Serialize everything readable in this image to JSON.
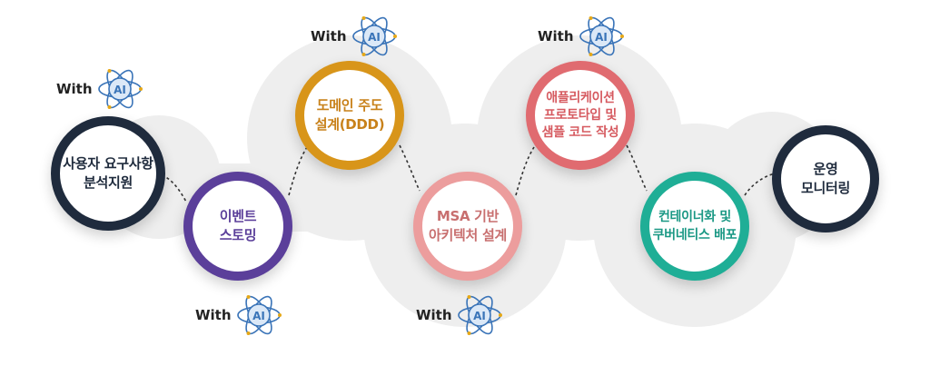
{
  "diagram": {
    "colors": {
      "dark": "#1f2b3d",
      "purple": "#5b3f9a",
      "gold": "#d8951a",
      "pink": "#ec9d9d",
      "coral": "#e06b70",
      "teal": "#1fae96",
      "blob": "#eeeeee",
      "ai_blue": "#3a74b8",
      "ai_fill": "#dbe8f7"
    },
    "steps": [
      {
        "label": "사용자 요구사항\n분석지원",
        "color": "#1f2b3d",
        "text_color": "#1f2b3d"
      },
      {
        "label": "이벤트\n스토밍",
        "color": "#5b3f9a",
        "text_color": "#5b3f9a"
      },
      {
        "label": "도메인 주도\n설계(DDD)",
        "color": "#d8951a",
        "text_color": "#c8811a"
      },
      {
        "label": "MSA 기반\n아키텍처 설계",
        "color": "#ec9d9d",
        "text_color": "#c86f6f"
      },
      {
        "label": "애플리케이션\n프로토타입 및\n샘플 코드 작성",
        "color": "#e06b70",
        "text_color": "#d65a60"
      },
      {
        "label": "컨테이너화 및\n쿠버네티스 배포",
        "color": "#1fae96",
        "text_color": "#1a9884"
      },
      {
        "label": "운영\n모니터링",
        "color": "#1f2b3d",
        "text_color": "#1f2b3d"
      }
    ],
    "badges": [
      {
        "text": "With",
        "icon": "ai-atom-icon",
        "icon_text": "AI"
      },
      {
        "text": "With",
        "icon": "ai-atom-icon",
        "icon_text": "AI"
      },
      {
        "text": "With",
        "icon": "ai-atom-icon",
        "icon_text": "AI"
      },
      {
        "text": "With",
        "icon": "ai-atom-icon",
        "icon_text": "AI"
      },
      {
        "text": "With",
        "icon": "ai-atom-icon",
        "icon_text": "AI"
      }
    ]
  }
}
